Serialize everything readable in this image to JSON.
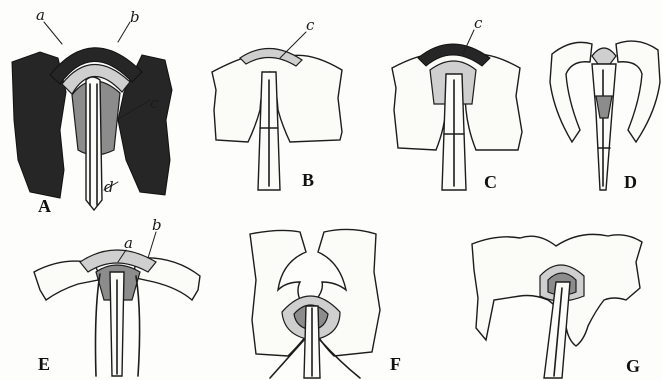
{
  "panels": [
    {
      "id": "A",
      "label": "A",
      "part_labels": [
        "a",
        "b",
        "c",
        "d"
      ]
    },
    {
      "id": "B",
      "label": "B",
      "part_labels": [
        "c"
      ]
    },
    {
      "id": "C",
      "label": "C",
      "part_labels": [
        "c"
      ]
    },
    {
      "id": "D",
      "label": "D",
      "part_labels": []
    },
    {
      "id": "E",
      "label": "E",
      "part_labels": [
        "a",
        "b"
      ]
    },
    {
      "id": "F",
      "label": "F",
      "part_labels": []
    },
    {
      "id": "G",
      "label": "G",
      "part_labels": []
    }
  ]
}
